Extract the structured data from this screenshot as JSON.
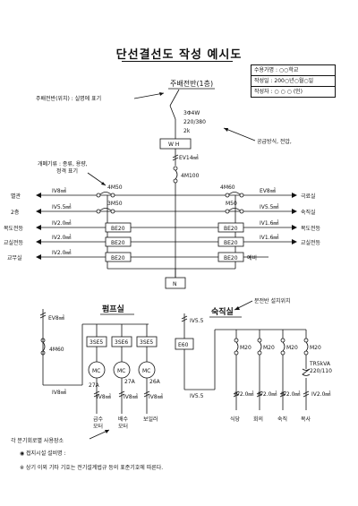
{
  "title": "단선결선도 작성 예시도",
  "info_box": {
    "row1": "수용가명 : ○○학교",
    "row2": "작성일 : 200○년○월○일",
    "row3": "작성자 : ○  ○  ○  (인)"
  },
  "main_panel": {
    "title": "주배전반(1층)",
    "annotation": "주배전반(위치) : 실명에 표기",
    "supply": [
      "3Φ4W",
      "220/380",
      "2k"
    ],
    "supply_note": "공급방식, 전압,",
    "meter": "W H",
    "main_cable": "EV14㎟",
    "main_breaker": "4M100",
    "breaker_note": [
      "개폐기류 : 종류, 용량,",
      "정격 표기"
    ],
    "neutral": "N"
  },
  "left_branches": [
    {
      "label": "별관",
      "cable": "IV8㎟",
      "device": "4M50"
    },
    {
      "label": "2층",
      "cable": "IV5.5㎟",
      "device": "3M50"
    },
    {
      "label": "복도전등",
      "cable": "IV2.0㎟",
      "device": "BE20"
    },
    {
      "label": "교실전등",
      "cable": "IV2.0㎟",
      "device": "BE20"
    },
    {
      "label": "교무실",
      "cable": "IV2.0㎟",
      "device": "BE20"
    }
  ],
  "right_branches": [
    {
      "label": "극료실",
      "cable": "EV8㎟",
      "device": "4M60"
    },
    {
      "label": "숙직실",
      "cable": "IV5.5㎟",
      "device": "M50"
    },
    {
      "label": "복도전등",
      "cable": "IV1.6㎟",
      "device": "BE20"
    },
    {
      "label": "교실전등",
      "cable": "IV1.6㎟",
      "device": "BE20"
    },
    {
      "label": "예비",
      "cable": "",
      "device": "BE20"
    }
  ],
  "pump_room": {
    "title": "펌프실",
    "feed_cable": "EV8㎟",
    "feed_breaker": "4M60",
    "outgoing_cable": "IV8㎟",
    "breakers": [
      "3SE5",
      "3SE6",
      "3SE5"
    ],
    "motor_label": "MC",
    "motors": [
      {
        "rating": "27A",
        "cable": "IV8㎟",
        "load": [
          "급수",
          "모터"
        ]
      },
      {
        "rating": "27A",
        "cable": "IV8㎟",
        "load": [
          "배수",
          "모터"
        ]
      },
      {
        "rating": "26A",
        "cable": "IV8㎟",
        "load": [
          "보일러"
        ]
      }
    ]
  },
  "duty_room": {
    "title": "숙직실",
    "location_note": "분전반 설치위치",
    "feed_cable": "IV5.5",
    "feed_breaker": "E60",
    "outgoing_cable": "IV5.5",
    "breakers": [
      "M20",
      "M20",
      "M20",
      "M20"
    ],
    "transformer": [
      "TR5kVA",
      "220/110"
    ],
    "circuits": [
      {
        "cable": "IV2.0㎟",
        "load": "식당"
      },
      {
        "cable": "IV2.0㎟",
        "load": "회의"
      },
      {
        "cable": "IV2.0㎟",
        "load": "숙직"
      },
      {
        "cable": "IV2.0㎟",
        "load": "복사"
      }
    ]
  },
  "notes": {
    "room_note": "각 분기회로별 사용장소",
    "line1": "◉ 접지시설 설비명 :",
    "line2": "※ 상기 이외 기타 기호는 전기설계법규 등의 표준기호에 따른다."
  }
}
